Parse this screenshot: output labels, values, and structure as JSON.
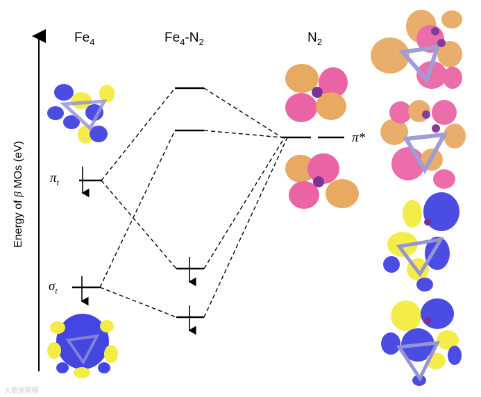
{
  "headers": {
    "fe4": {
      "base": "Fe",
      "sub": "4"
    },
    "fe4n2": {
      "base": "Fe",
      "sub": "4",
      "rest": "-N",
      "sub2": "2"
    },
    "n2": {
      "base": "N",
      "sub": "2"
    }
  },
  "y_axis_label": {
    "prefix": "Energy of ",
    "beta": "β",
    "suffix": " MOs (eV)"
  },
  "levels": {
    "pi_t": {
      "symbol": "π",
      "sub": "t"
    },
    "sigma_t": {
      "symbol": "σ",
      "sub": "t"
    },
    "pi_star": "π*"
  },
  "watermark": "大数据智模",
  "colors": {
    "blue_lobe": "#3b3de0",
    "yellow_lobe": "#f4ec3a",
    "pink_lobe": "#e8549c",
    "orange_lobe": "#e6a052",
    "bond": "#8e8ccf",
    "atom_n": "#6f1c8a"
  }
}
